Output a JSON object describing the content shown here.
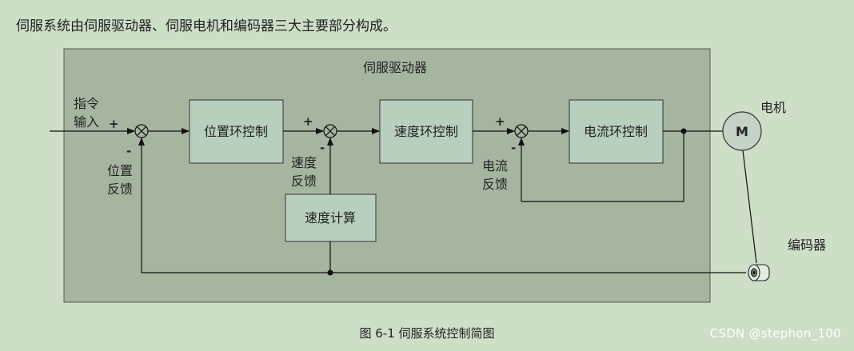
{
  "intro_text": "伺服系统由伺服驱动器、伺服电机和编码器三大主要部分构成。",
  "diagram": {
    "driver_title": "伺服驱动器",
    "command_input": [
      "指令",
      "输入"
    ],
    "position_feedback": [
      "位置",
      "反馈"
    ],
    "speed_feedback": [
      "速度",
      "反馈"
    ],
    "current_feedback": [
      "电流",
      "反馈"
    ],
    "blocks": {
      "position_control": "位置环控制",
      "speed_control": "速度环控制",
      "current_control": "电流环控制",
      "speed_calc": "速度计算"
    },
    "motor_label": "电机",
    "motor_symbol": "M",
    "encoder_label": "编码器",
    "plus_sign": "+",
    "minus_sign": "-",
    "colors": {
      "background": "#cddfc7",
      "driver_fill": "#a6b5a0",
      "block_fill": "#b8cfbe",
      "motor_fill": "#c3d3c6"
    }
  },
  "caption": "图 6-1 伺服系统控制简图",
  "watermark": "CSDN @stephon_100"
}
